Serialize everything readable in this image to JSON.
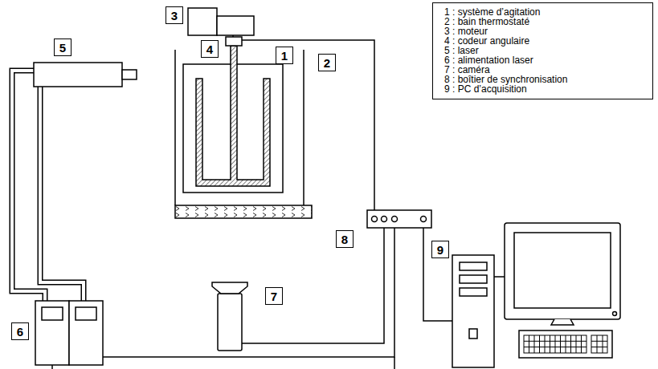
{
  "diagram": {
    "nodes": [
      {
        "text": [
          "3"
        ]
      },
      {
        "text": [
          "4"
        ]
      },
      {
        "text": [
          "1"
        ]
      },
      {
        "text": [
          "2"
        ]
      },
      {
        "text": [
          "5"
        ]
      },
      {
        "text": [
          "8"
        ]
      },
      {
        "text": [
          "9"
        ]
      },
      {
        "text": [
          "7"
        ]
      },
      {
        "text": [
          "6"
        ]
      }
    ],
    "legend": [
      {
        "text": "1 : système d’agitation"
      },
      {
        "text": "2 : bain thermostaté"
      },
      {
        "text": "3 : moteur"
      },
      {
        "text": "4 : codeur angulaire"
      },
      {
        "text": "5 : laser"
      },
      {
        "text": "6 : alimentation laser"
      },
      {
        "text": "7 : caméra"
      },
      {
        "text": "8 : boîtier de synchronisation"
      },
      {
        "text": "9 : PC d’acquisition"
      }
    ]
  }
}
